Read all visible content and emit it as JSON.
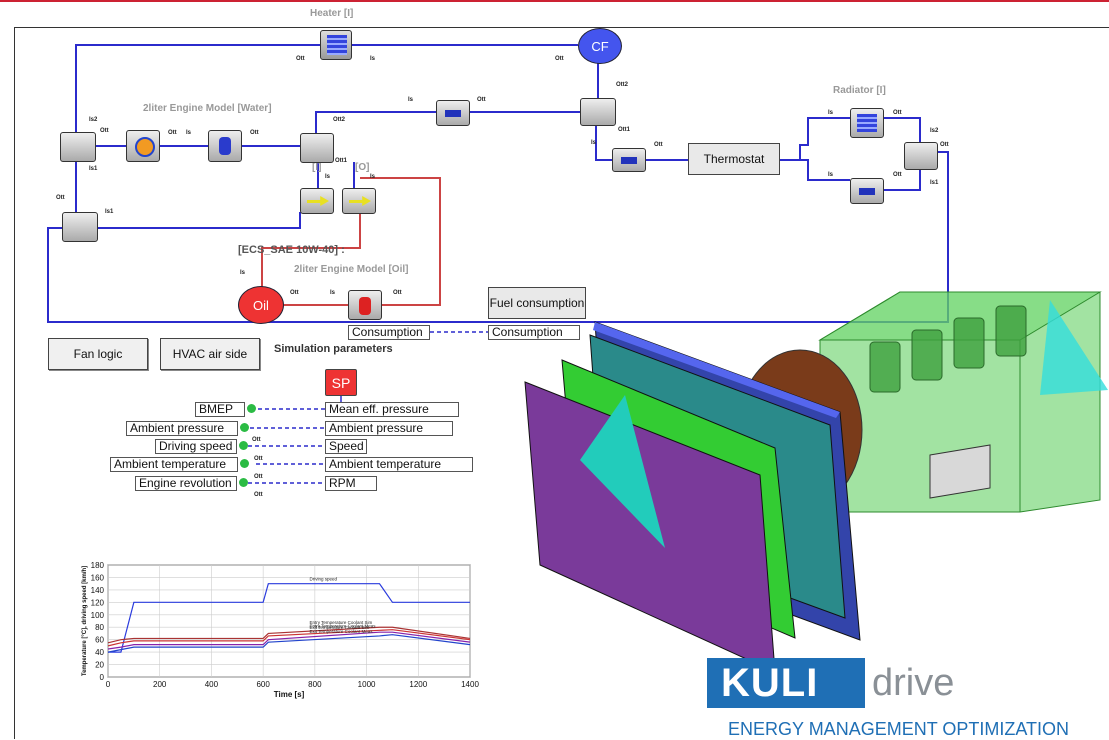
{
  "labels": {
    "heater": "Heater [I]",
    "engine_water": "2liter Engine Model [Water]",
    "radiator": "Radiator [I]",
    "ecs": "[ECS_SAE 10W-40] :",
    "engine_oil": "2liter Engine Model [Oil]",
    "sim_params": "Simulation parameters",
    "i_bracket": "[I]",
    "o_bracket": "[O]"
  },
  "nodes": {
    "cf": "CF",
    "oil": "Oil",
    "sp": "SP",
    "thermostat": "Thermostat",
    "fuel_consumption": "Fuel consumption",
    "consumption_left": "Consumption",
    "consumption_right": "Consumption"
  },
  "buttons": {
    "fan_logic": "Fan logic",
    "hvac": "HVAC air side"
  },
  "inputs": [
    {
      "name": "BMEP",
      "target": "Mean eff. pressure"
    },
    {
      "name": "Ambient pressure",
      "target": "Ambient pressure"
    },
    {
      "name": "Driving speed",
      "target": "Speed"
    },
    {
      "name": "Ambient temperature",
      "target": "Ambient temperature"
    },
    {
      "name": "Engine revolution",
      "target": "RPM"
    }
  ],
  "ports": {
    "outlet": "Ott",
    "inlet": "Is",
    "in2": "Is2",
    "in1": "Is1",
    "out1": "Ott1",
    "out2": "Ott2"
  },
  "colors": {
    "pipe": "#2b2bcc",
    "oil_pipe": "#cc4444",
    "accent": "#1f6fb5",
    "cf": "#4455ee",
    "oil": "#ee3333",
    "sp": "#ee3333"
  },
  "chart_data": {
    "type": "line",
    "x": [
      0,
      50,
      100,
      150,
      600,
      620,
      1050,
      1100,
      1400
    ],
    "xlabel": "Time [s]",
    "ylabel": "Temperature [°C], driving speed [km/h]",
    "xlim": [
      0,
      1400
    ],
    "ylim": [
      0,
      180
    ],
    "xticks": [
      "0",
      "200",
      "400",
      "600",
      "800",
      "1000",
      "1200",
      "1400"
    ],
    "yticks": [
      "0",
      "20",
      "40",
      "60",
      "80",
      "100",
      "120",
      "140",
      "160",
      "180"
    ],
    "series": [
      {
        "name": "Driving speed",
        "values": [
          40,
          40,
          120,
          120,
          120,
          150,
          150,
          120,
          120
        ]
      },
      {
        "name": "Entry Temperature Coolant Sim",
        "values": [
          55,
          60,
          62,
          62,
          62,
          70,
          80,
          80,
          62
        ]
      },
      {
        "name": "Entry Temperature Coolant Meas",
        "values": [
          50,
          55,
          58,
          58,
          58,
          66,
          75,
          76,
          60
        ]
      },
      {
        "name": "Exit Temperature Coolant Sim",
        "values": [
          45,
          48,
          52,
          52,
          52,
          60,
          72,
          72,
          56
        ]
      },
      {
        "name": "Exit Temperature Coolant Meas",
        "values": [
          40,
          44,
          48,
          48,
          48,
          56,
          66,
          68,
          52
        ]
      }
    ]
  },
  "logo": {
    "kuli": "KULI",
    "drive": "drive",
    "tagline": "ENERGY MANAGEMENT OPTIMIZATION"
  }
}
